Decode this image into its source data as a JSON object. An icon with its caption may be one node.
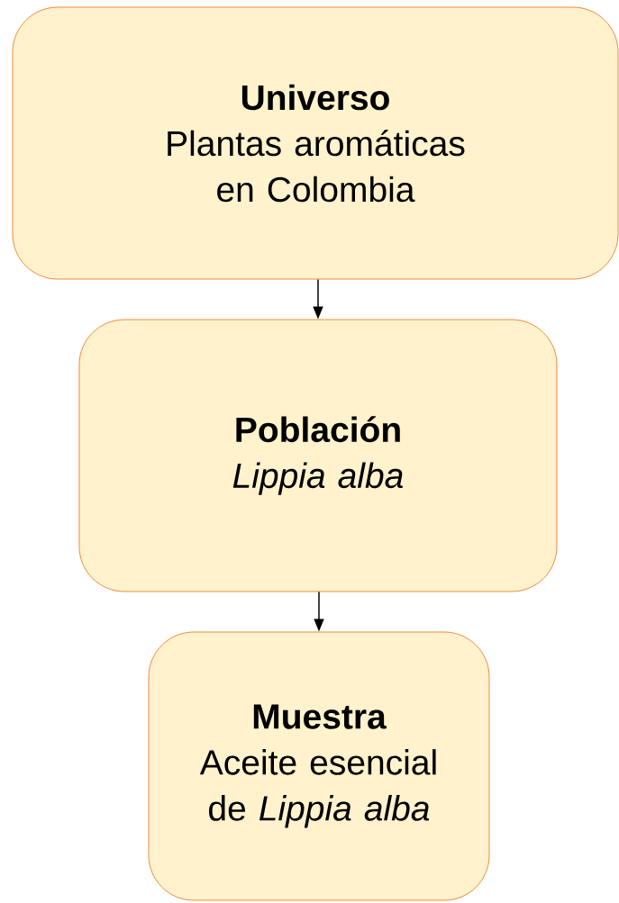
{
  "diagram": {
    "nodes": [
      {
        "text": [
          "Universo",
          "Plantas aromáticas en Colombia"
        ]
      },
      {
        "text": [
          "Población",
          "Lippia alba"
        ]
      },
      {
        "text": [
          "Muestra",
          "Aceite esencial de *Lippia alba*"
        ]
      }
    ],
    "edges": [
      {
        "from": 0,
        "to": 1,
        "arrow": "to"
      },
      {
        "from": 1,
        "to": 2,
        "arrow": "to"
      }
    ]
  }
}
